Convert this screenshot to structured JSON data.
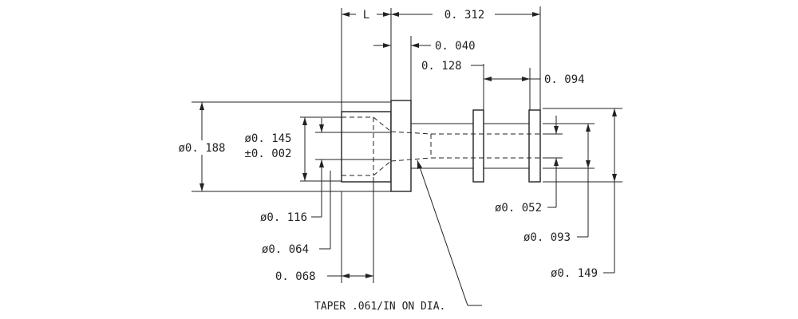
{
  "dimensions": {
    "length_label": "L",
    "overall_length": "0. 312",
    "flange_width": "0. 040",
    "shoulder_offset": "0. 128",
    "ring_spacing": "0. 094",
    "flange_dia": "ø0. 188",
    "bore_dia": "ø0. 145",
    "bore_tol": "±0. 002",
    "tail_dia": "ø0. 116",
    "tail_bore_dia": "ø0. 064",
    "tail_length": "0. 068",
    "pin_bore_dia": "ø0. 052",
    "pin_dia": "ø0. 093",
    "ring_dia": "ø0. 149",
    "taper_note": "TAPER .061/IN ON DIA."
  }
}
